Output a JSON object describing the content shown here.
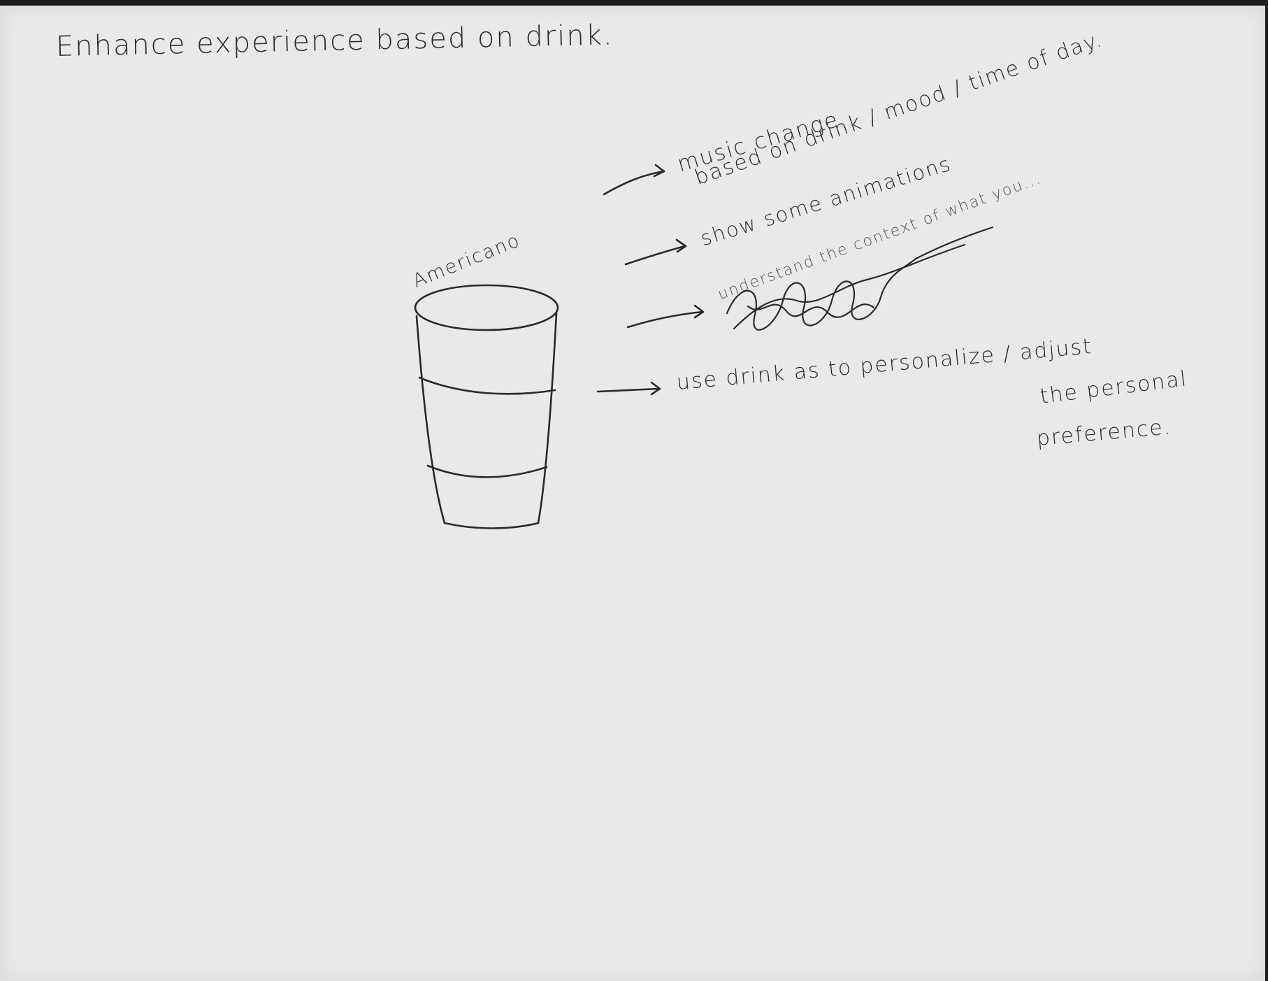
{
  "title": "Enhance experience based on drink.",
  "cup_label": "Americano",
  "notes": [
    {
      "line1": "music change",
      "line2": "based on drink / mood / time of day."
    },
    {
      "line1": "show some animations"
    },
    {
      "line1": "understand the context of what you..."
    },
    {
      "line1": "use drink as to personalize / adjust",
      "line2": "the personal",
      "line3": "preference."
    }
  ]
}
